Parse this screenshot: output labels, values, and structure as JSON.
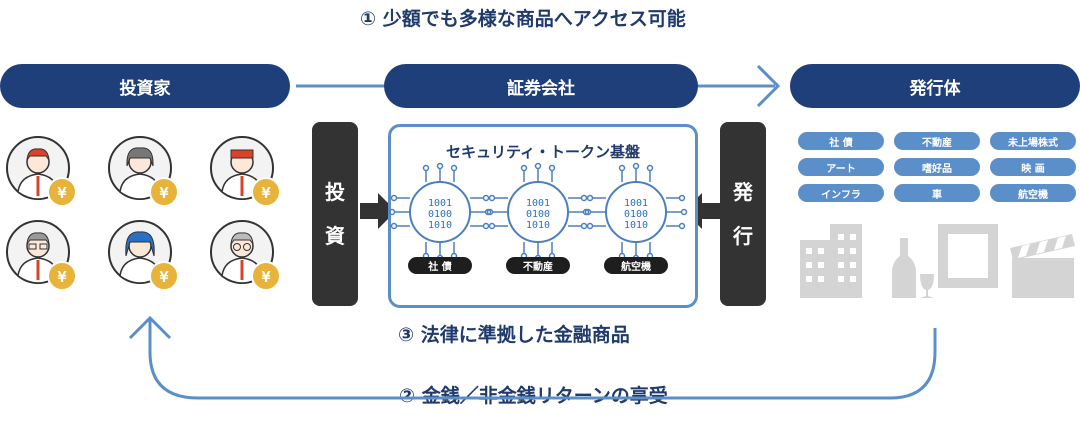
{
  "captions": {
    "top": "① 少額でも多様な商品へアクセス可能",
    "middle": "③ 法律に準拠した金融商品",
    "bottom": "② 金銭／非金銭リターンの享受"
  },
  "pills": {
    "investor": "投資家",
    "securities": "証券会社",
    "issuer": "発行体"
  },
  "side_boxes": {
    "invest": [
      "投",
      "資"
    ],
    "issue": [
      "発",
      "行"
    ]
  },
  "security_token": {
    "title": "セキュリティ・トークン基盤",
    "chip_text": [
      "1001",
      "0100",
      "1010"
    ],
    "tags": [
      "社 債",
      "不動産",
      "航空機"
    ]
  },
  "assets": [
    "社 債",
    "不動産",
    "未上場株式",
    "アート",
    "嗜好品",
    "映 画",
    "インフラ",
    "車",
    "航空機"
  ],
  "yen_symbol": "¥",
  "colors": {
    "navy": "#1f3f7a",
    "light_blue": "#5b8fc9",
    "dark_box": "#333333",
    "coin": "#e8b33a",
    "gray_icons": "#d4d4d4"
  },
  "icons": [
    "building-icon",
    "wine-bottle-icon",
    "picture-frame-icon",
    "clapperboard-icon"
  ]
}
